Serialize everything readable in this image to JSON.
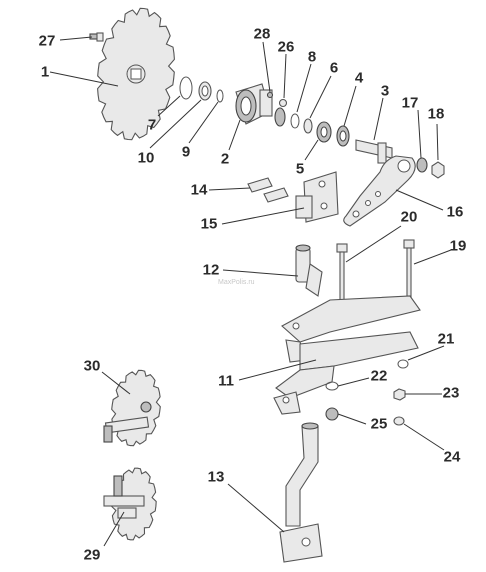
{
  "callouts": [
    {
      "n": "27"
    },
    {
      "n": "1"
    },
    {
      "n": "28"
    },
    {
      "n": "26"
    },
    {
      "n": "8"
    },
    {
      "n": "6"
    },
    {
      "n": "4"
    },
    {
      "n": "3"
    },
    {
      "n": "17"
    },
    {
      "n": "18"
    },
    {
      "n": "7"
    },
    {
      "n": "10"
    },
    {
      "n": "9"
    },
    {
      "n": "2"
    },
    {
      "n": "5"
    },
    {
      "n": "16"
    },
    {
      "n": "14"
    },
    {
      "n": "15"
    },
    {
      "n": "20"
    },
    {
      "n": "19"
    },
    {
      "n": "12"
    },
    {
      "n": "21"
    },
    {
      "n": "11"
    },
    {
      "n": "22"
    },
    {
      "n": "23"
    },
    {
      "n": "30"
    },
    {
      "n": "25"
    },
    {
      "n": "24"
    },
    {
      "n": "13"
    },
    {
      "n": "29"
    }
  ],
  "watermark": "MaxPolis.ru"
}
